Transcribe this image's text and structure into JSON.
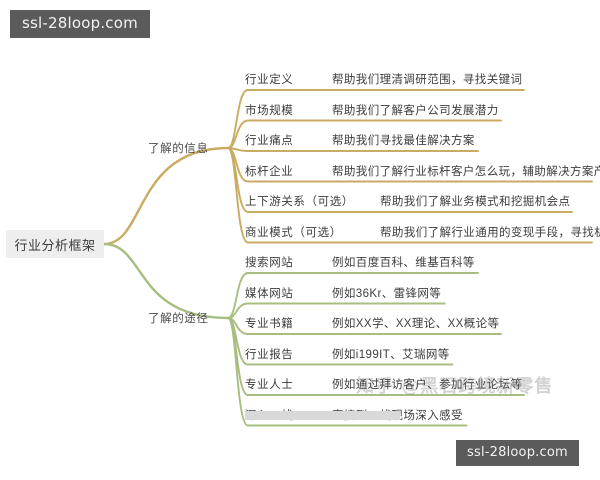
{
  "meta": {
    "root_label": "行业分析框架",
    "accent_gold": "#c9ab61",
    "accent_green": "#a8bd80"
  },
  "watermarks": {
    "top_left": "ssl-28loop.com",
    "bottom_right": "ssl-28loop.com",
    "zhihu": "知乎 @黑石跨境新零售"
  },
  "branches": [
    {
      "id": "info",
      "label": "了解的信息",
      "color": "#c9ab61",
      "leaves": [
        {
          "title": "行业定义",
          "desc": "帮助我们理清调研范围，寻找关键词"
        },
        {
          "title": "市场规模",
          "desc": "帮助我们了解客户公司发展潜力"
        },
        {
          "title": "行业痛点",
          "desc": "帮助我们寻找最佳解决方案"
        },
        {
          "title": "标杆企业",
          "desc": "帮助我们了解行业标杆客户怎么玩，辅助解决方案产出"
        },
        {
          "title": "上下游关系（可选）",
          "desc": "帮助我们了解业务模式和挖掘机会点"
        },
        {
          "title": "商业模式（可选）",
          "desc": "帮助我们了解行业通用的变现手段，寻找机会点"
        }
      ]
    },
    {
      "id": "path",
      "label": "了解的途径",
      "color": "#a8bd80",
      "leaves": [
        {
          "title": "搜索网站",
          "desc": "例如百度百科、维基百科等"
        },
        {
          "title": "媒体网站",
          "desc": "例如36Kr、雷锋网等"
        },
        {
          "title": "专业书籍",
          "desc": "例如XX学、XX理论、XX概论等"
        },
        {
          "title": "行业报告",
          "desc": "例如i199IT、艾瑞网等"
        },
        {
          "title": "专业人士",
          "desc": "例如通过拜访客户、参加行业论坛等"
        },
        {
          "title": "深入一线",
          "desc": "直接到一线现场深入感受"
        }
      ]
    }
  ]
}
